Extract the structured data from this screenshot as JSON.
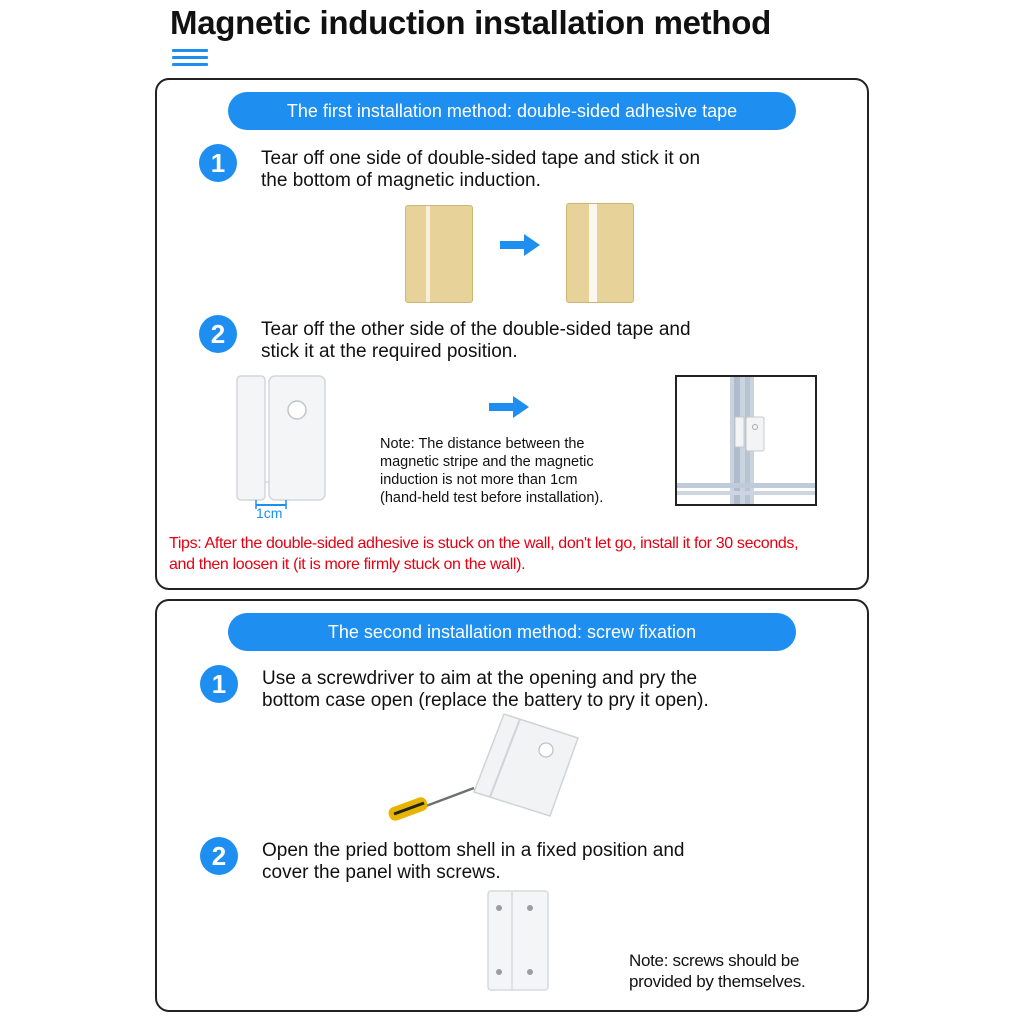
{
  "page_title": "Magnetic induction installation method",
  "method1": {
    "header": "The first installation method: double-sided adhesive tape",
    "step1_num": "1",
    "step1_line1": "Tear off one side of double-sided tape and stick it on",
    "step1_line2": "the bottom of magnetic induction.",
    "step2_num": "2",
    "step2_line1": "Tear off the other side of the double-sided tape and",
    "step2_line2": "stick it at the required position.",
    "measure_label": "1cm",
    "note_prefix": "Note:",
    "note_line1": " The distance between the",
    "note_line2": "magnetic stripe and the magnetic",
    "note_line3": "induction is not more than 1cm",
    "note_line4": "(hand-held test before installation).",
    "tips_line1": "Tips: After the double-sided adhesive is stuck on the wall, don't let go, install it for 30 seconds,",
    "tips_line2": "and then loosen it (it is more firmly stuck on the wall)."
  },
  "method2": {
    "header": "The second installation method: screw fixation",
    "step1_num": "1",
    "step1_line1": "Use a screwdriver to aim at the opening and pry the",
    "step1_line2": "bottom case open (replace the battery to pry it open).",
    "step2_num": "2",
    "step2_line1": "Open the pried bottom shell in a fixed position and",
    "step2_line2": "cover the panel with screws.",
    "note_line1": "Note: screws should be",
    "note_line2": "provided by themselves."
  },
  "colors": {
    "accent": "#1e8ff0",
    "tips": "#e60012",
    "tape": "#e7d39a"
  },
  "icons": [
    "menu-icon",
    "arrow-right-icon",
    "screwdriver-icon",
    "sensor-device-icon",
    "window-frame-icon",
    "mounting-plate-icon"
  ]
}
